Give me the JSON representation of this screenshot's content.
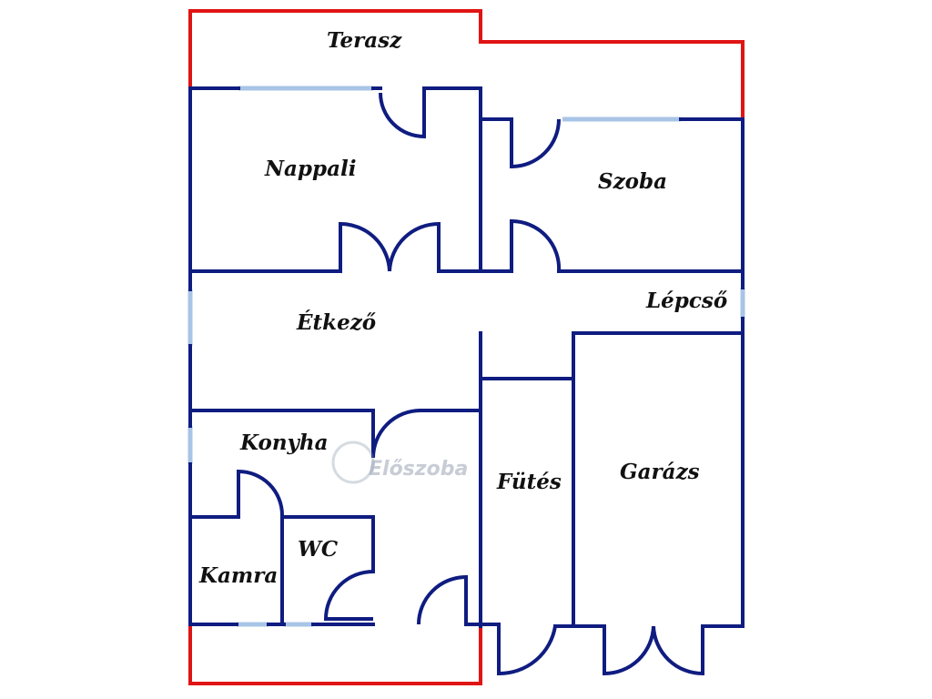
{
  "colors": {
    "wall": "#0f1c80",
    "window": "#a8c4e6",
    "outdoor_boundary": "#e01414",
    "door_swing": "#0f1c80",
    "label": "#111111"
  },
  "rooms": {
    "terasz": "Terasz",
    "nappali": "Nappali",
    "szoba": "Szoba",
    "lepcso": "Lépcső",
    "etkezo": "Étkező",
    "konyha": "Konyha",
    "eloszoba": "Előszoba",
    "futes": "Fütés",
    "garazs": "Garázs",
    "wc": "WC",
    "kamra": "Kamra"
  }
}
